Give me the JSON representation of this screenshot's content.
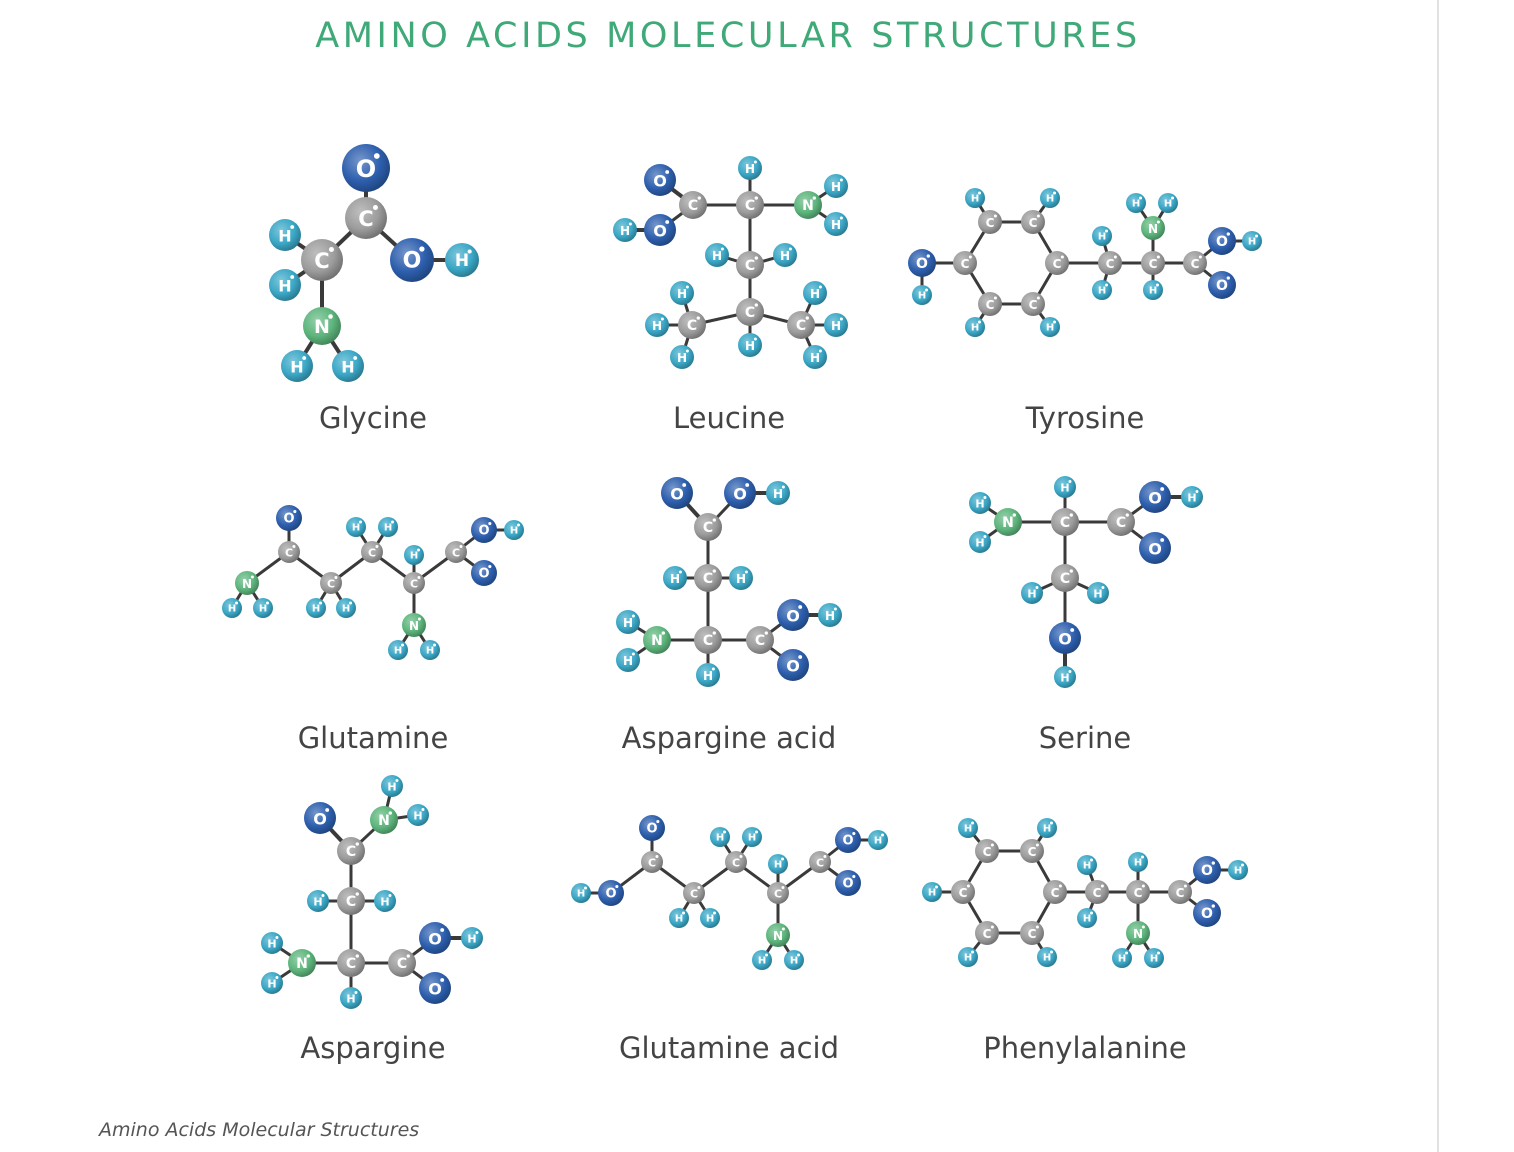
{
  "figure": {
    "title": "AMINO ACIDS MOLECULAR STRUCTURES",
    "molecules": [
      {
        "name": "Glycine"
      },
      {
        "name": "Leucine"
      },
      {
        "name": "Tyrosine"
      },
      {
        "name": "Glutamine"
      },
      {
        "name": "Aspargine acid"
      },
      {
        "name": "Serine"
      },
      {
        "name": "Aspargine"
      },
      {
        "name": "Glutamine acid"
      },
      {
        "name": "Phenylalanine"
      }
    ],
    "elements": {
      "H": {
        "symbol": "H",
        "color": "#3aa7c6"
      },
      "C": {
        "symbol": "C",
        "color": "#9c9c9c"
      },
      "N": {
        "symbol": "N",
        "color": "#5db57c"
      },
      "O": {
        "symbol": "O",
        "color": "#2d5fae"
      }
    },
    "title_color": "#3fa978"
  },
  "caption": "Amino Acids Molecular Structures"
}
